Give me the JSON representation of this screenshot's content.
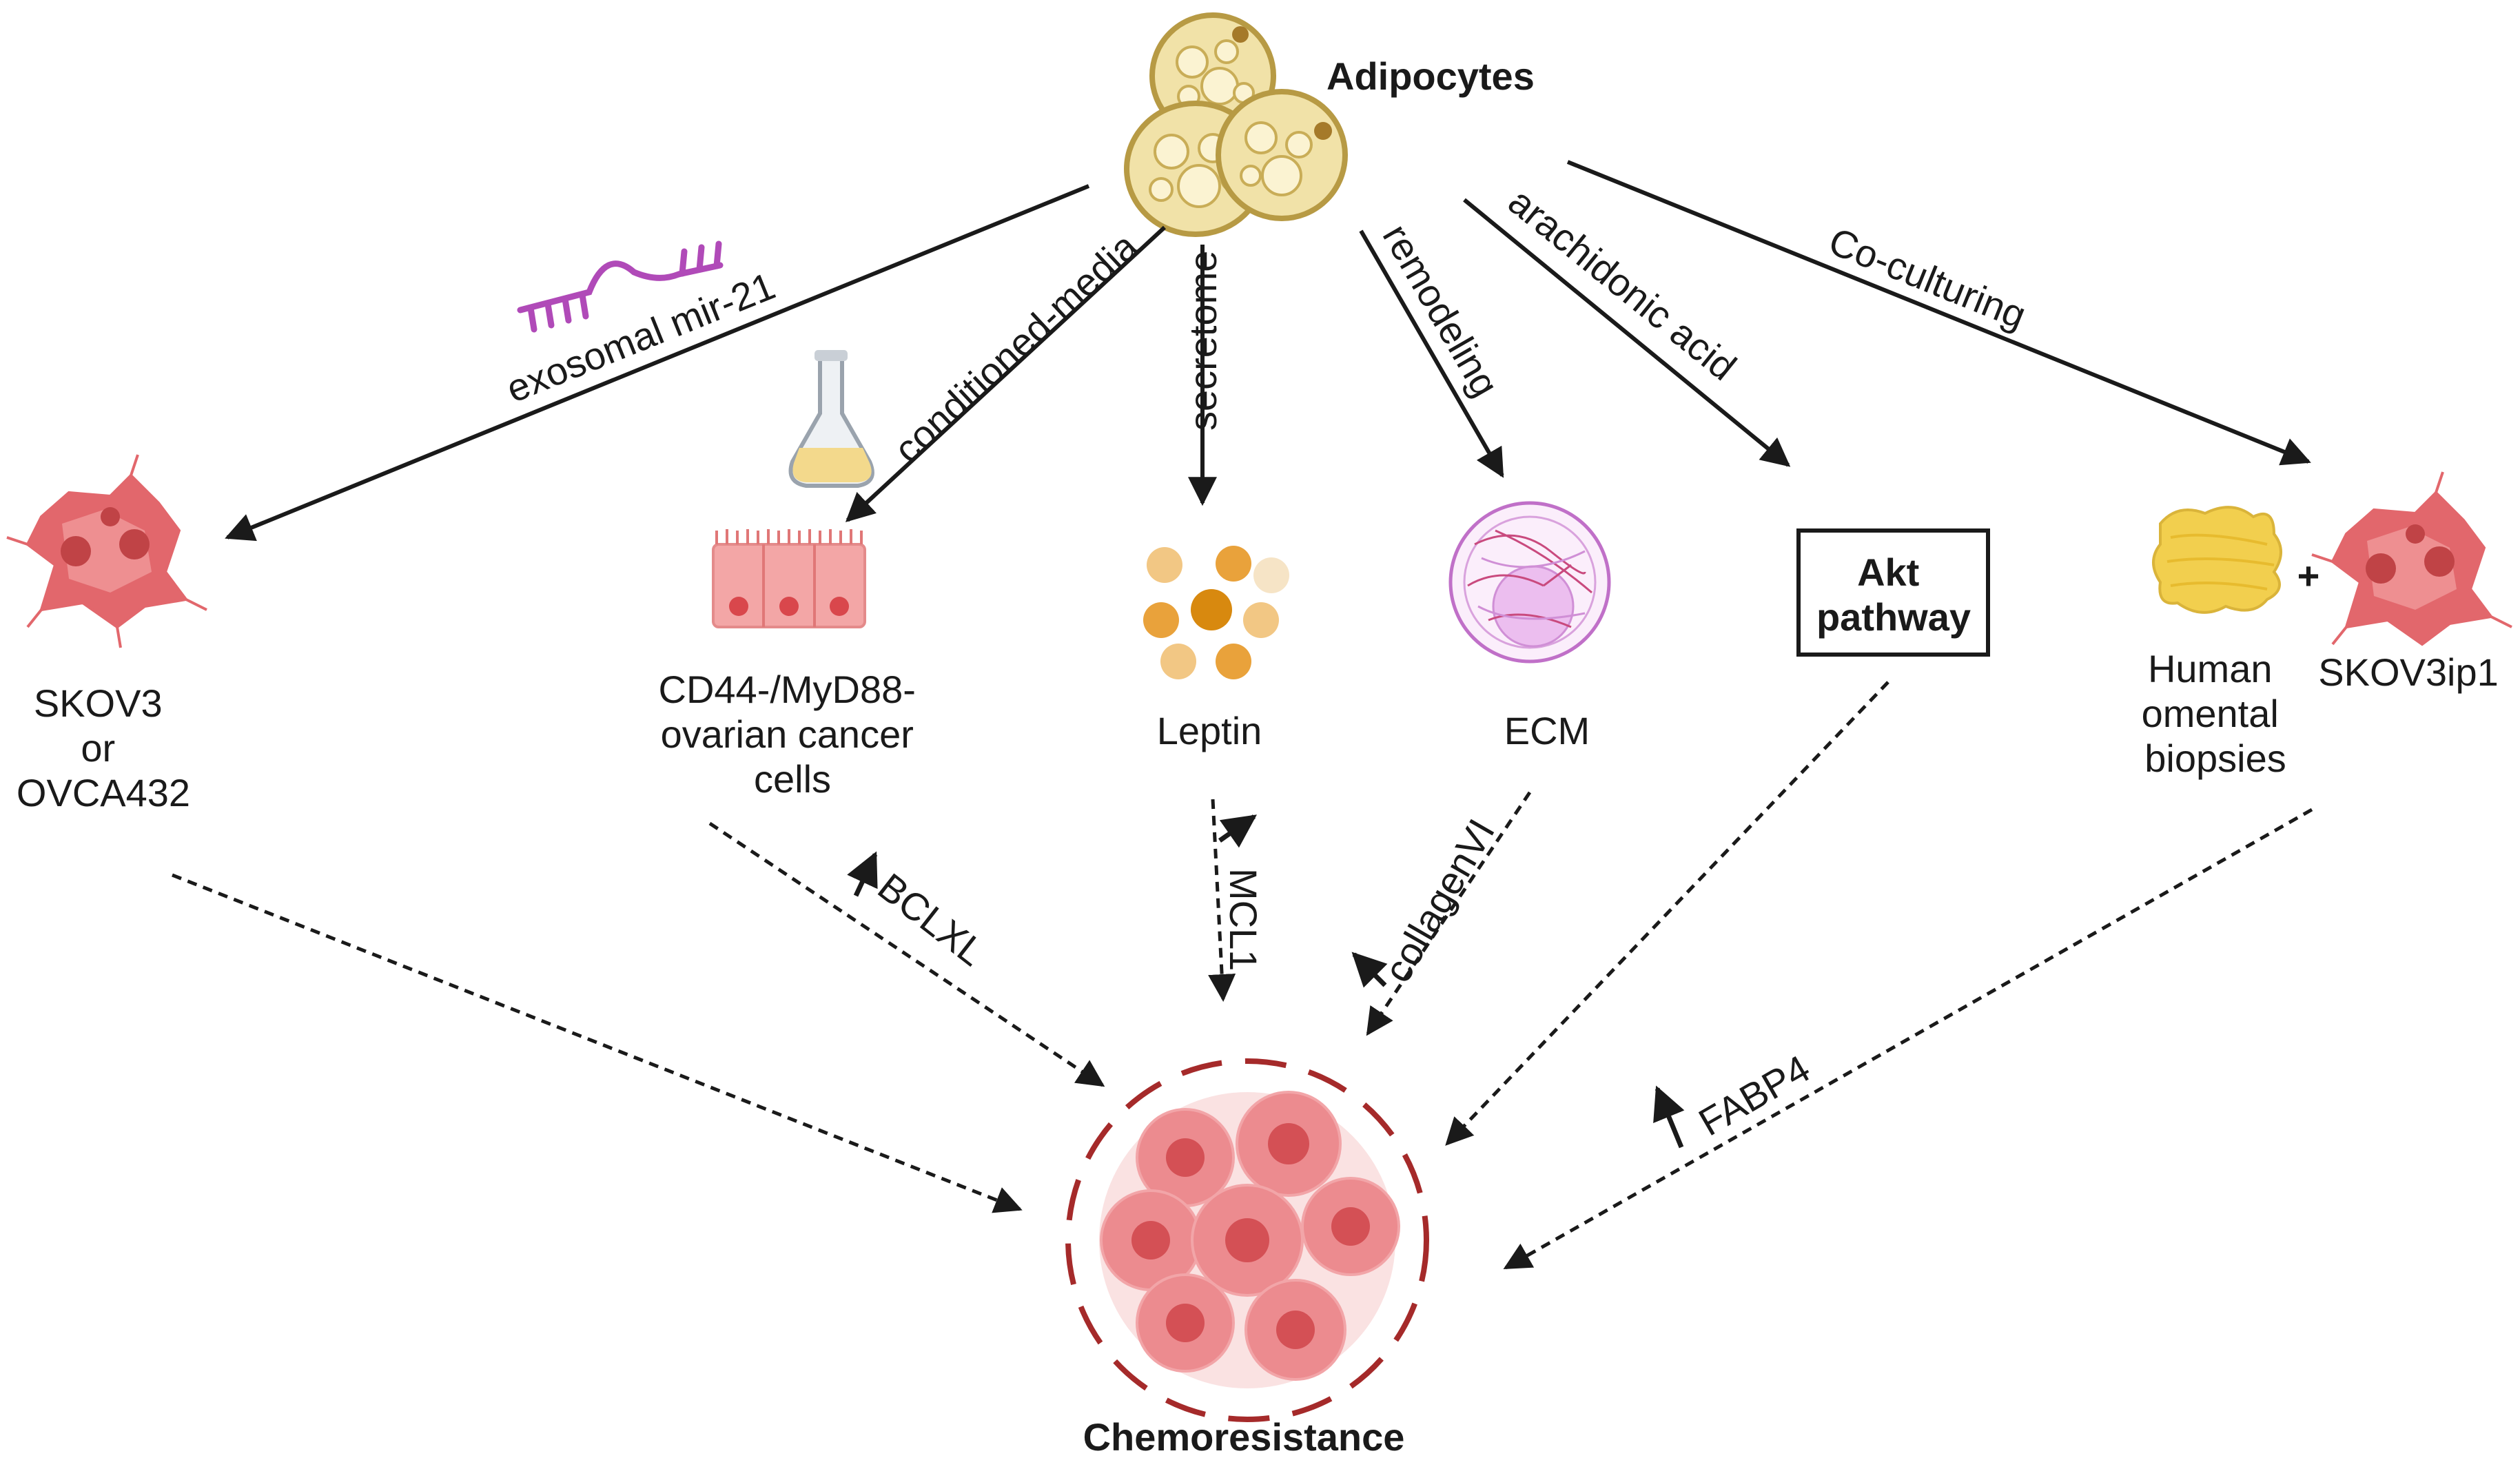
{
  "title": "Adipocytes",
  "outcome": "Chemoresistance",
  "pathways": [
    {
      "id": "exo",
      "label": "exosomal mir-21",
      "target_lines": [
        "SKOV3",
        "or",
        "OVCA432"
      ]
    },
    {
      "id": "cm",
      "label": "conditioned-media",
      "target_lines": [
        "CD44-/MyD88-",
        "ovarian cancer",
        "cells"
      ],
      "mechanism": "BCLXL"
    },
    {
      "id": "sec",
      "label": "secretome",
      "target_lines": [
        "Leptin"
      ],
      "mechanism": "MCL1"
    },
    {
      "id": "rem",
      "label": "remodeling",
      "target_lines": [
        "ECM"
      ],
      "mechanism": "collagenVI"
    },
    {
      "id": "ara",
      "label": "arachidonic acid",
      "target_lines": [
        "Akt",
        "pathway"
      ]
    },
    {
      "id": "co",
      "label": "Co-culturing",
      "target_lines": [
        "Human",
        "omental",
        "biopsies"
      ],
      "partner": "SKOV3ip1",
      "mechanism": "FABP4"
    }
  ],
  "plus": "+",
  "colors": {
    "adipocyte_fill": "#f1e2a8",
    "adipocyte_stroke": "#b79a44",
    "cell_red": "#e2676c",
    "cell_light": "#f4a9a9",
    "tumor_ring": "#a52a2a",
    "leptin_orange": "#e9a23b",
    "ecm_purple": "#c070c8",
    "mirna_purple": "#b04ab8",
    "fat_yellow": "#f2cf4e",
    "arrow": "#1a1a1a"
  },
  "icons": [
    "adipocyte-cluster-icon",
    "mirna-icon",
    "flask-icon",
    "epithelial-cells-icon",
    "leptin-particles-icon",
    "ecm-icon",
    "omental-tissue-icon",
    "cancer-cell-icon",
    "tumor-icon"
  ]
}
